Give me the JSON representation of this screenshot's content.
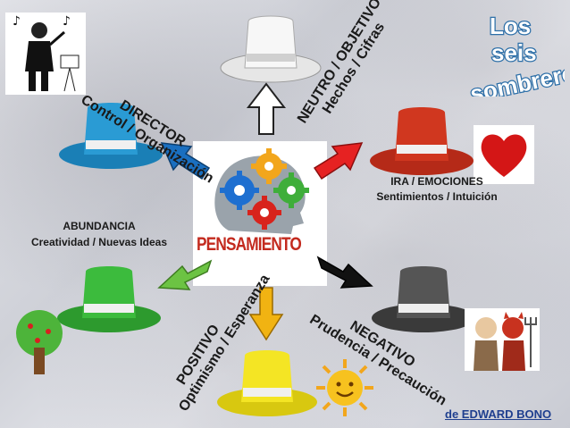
{
  "title": {
    "line1": "Los",
    "line2": "seis",
    "line3": "sombreros"
  },
  "center_label": "PENSAMIENTO",
  "hats": {
    "white": {
      "title": "NEUTRO / OBJETIVO",
      "subtitle": "Hechos / Cifras",
      "color": "#f4f4f4"
    },
    "red": {
      "title": "IRA / EMOCIONES",
      "subtitle": "Sentimientos / Intuición",
      "color": "#c8321f"
    },
    "black": {
      "title": "NEGATIVO",
      "subtitle": "Prudencia / Precaución",
      "color": "#4a4a4a"
    },
    "yellow": {
      "title": "POSITIVO",
      "subtitle": "Optimismo / Esperanza",
      "color": "#f1e21b"
    },
    "green": {
      "title": "ABUNDANCIA",
      "subtitle": "Creatividad / Nuevas Ideas",
      "color": "#37b238"
    },
    "blue": {
      "title": "DIRECTOR",
      "subtitle": "Control / Organización",
      "color": "#1e8fc8"
    }
  },
  "credit": "de EDWARD BONO"
}
